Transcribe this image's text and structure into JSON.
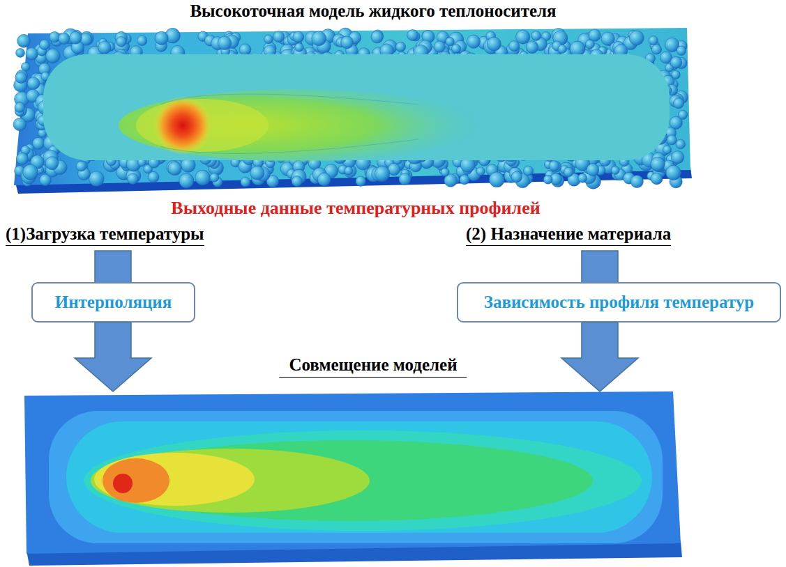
{
  "diagram": {
    "nodes": [
      {
        "text": [
          "Высокоточная модель жидкого теплоносителя"
        ]
      },
      {
        "text": [
          "Интерполяция"
        ]
      },
      {
        "text": [
          "Зависимость профиля температур"
        ]
      },
      {
        "text": [
          "Совмещение моделей"
        ]
      }
    ],
    "edges": [
      {
        "from": 1,
        "to": 3,
        "arrow": "to"
      },
      {
        "from": 2,
        "to": 3,
        "arrow": "to"
      }
    ],
    "labels": [
      "Выходные данные температурных профилей",
      "(1)Загрузка температуры",
      "(2) Назначение материала"
    ]
  }
}
